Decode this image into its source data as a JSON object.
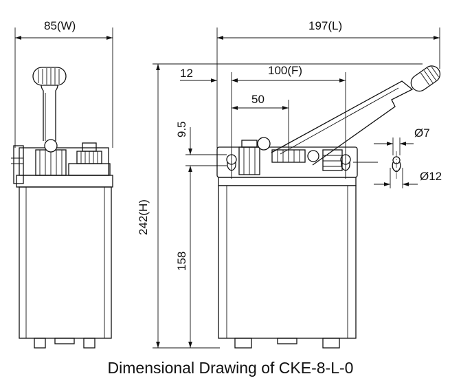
{
  "drawing": {
    "caption": "Dimensional Drawing of CKE-8-L-0",
    "dimensions": {
      "width": "85(W)",
      "length": "197(L)",
      "height": "242(H)",
      "offset_12": "12",
      "fixing_pitch": "100(F)",
      "pitch_50": "50",
      "height_9_5": "9.5",
      "tank_height": "158",
      "hole_small": "Ø7",
      "hole_large": "Ø12"
    }
  }
}
